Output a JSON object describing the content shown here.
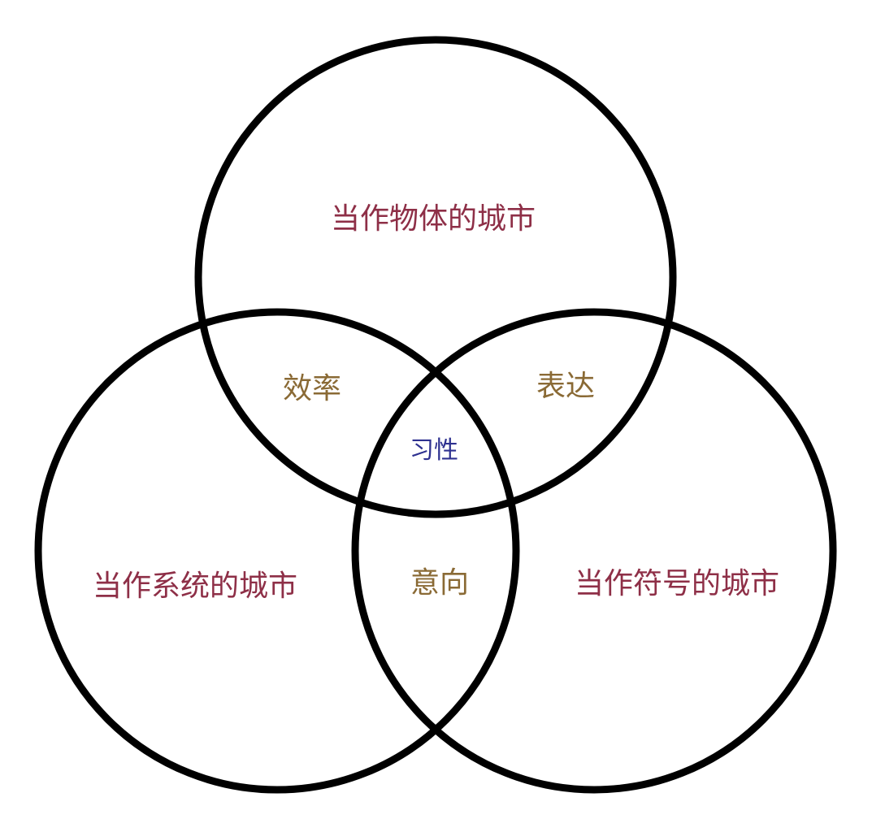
{
  "colors": {
    "background": "#ffffff",
    "ring_stroke": "#000000",
    "set_label": "#8e2f47",
    "pair_label": "#8a6a35",
    "core_label": "#2e3190"
  },
  "sets": {
    "top": {
      "label": "当作物体的城市"
    },
    "left": {
      "label": "当作系统的城市"
    },
    "right": {
      "label": "当作符号的城市"
    }
  },
  "overlaps": {
    "top_left": {
      "label": "效率"
    },
    "top_right": {
      "label": "表达"
    },
    "left_right": {
      "label": "意向"
    },
    "all_three": {
      "label": "习性"
    }
  }
}
